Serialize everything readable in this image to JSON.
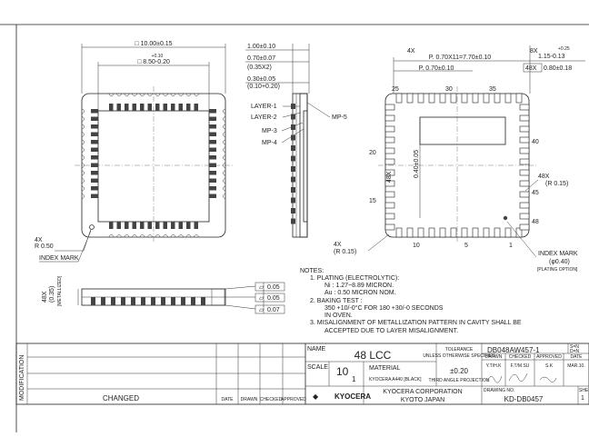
{
  "drawing": {
    "top_view": {
      "dim_outer": "□ 10.00±0.15",
      "dim_inner_tol_plus": "+0.10",
      "dim_inner": "□ 8.50-0.20",
      "corner_radius_count": "4X",
      "corner_radius": "R 0.50",
      "index_mark": "INDEX MARK"
    },
    "side_view": {
      "dims": [
        "1.00±0.10",
        "0.70±0.07",
        "(0.35X2)",
        "0.30±0.05",
        "(0.10+0.20)"
      ],
      "layers": [
        "LAYER-1",
        "LAYER-2",
        "MP-3",
        "MP-4",
        "MP-5"
      ]
    },
    "bottom_view": {
      "pitch_total_count": "4X",
      "pitch_total": "P. 0.70X11=7.70±0.10",
      "pitch": "P. 0.70±0.10",
      "pad_width_count": "8X",
      "pad_width_tol": "+0.25",
      "pad_width": "1.15-0.13",
      "pad_len_count": "48X",
      "pad_len": "0.80±0.18",
      "pin_numbers_top": [
        "25",
        "30",
        "35"
      ],
      "pin_numbers_left": [
        "20",
        "15"
      ],
      "pin_numbers_right": [
        "40",
        "45",
        "48"
      ],
      "pin_numbers_bottom": [
        "10",
        "5",
        "1"
      ],
      "center_count": "48X",
      "center_dim": "0.40±0.05",
      "corner_count_right": "48X",
      "corner_r_right": "(R 0.15)",
      "corner_count_left": "4X",
      "corner_r_left": "(R 0.15)",
      "index_mark": "INDEX MARK",
      "index_dia": "(φ0.40)",
      "plating_option": "[PLATING OPTION]"
    },
    "profile_view": {
      "dim_count": "48X",
      "dim_value": "(0.35)",
      "dim_note": "[METALLIZED]",
      "flatness": [
        "0.05",
        "0.05",
        "0.07"
      ]
    },
    "notes": [
      "NOTES:",
      "1. PLATING (ELECTROLYTIC):",
      "Ni : 1.27~8.89 MICRON.",
      "Au : 0.50 MICRON NOM.",
      "2. BAKING TEST :",
      "350 +10/-0°C FOR 180 +30/-0 SECONDS",
      "IN OVEN.",
      "3. MISALIGNMENT OF METALLIZATION PATTERN IN CAVITY SHALL BE",
      "ACCEPTED DUE TO LAYER MISALIGNMENT."
    ]
  },
  "title_block": {
    "modification": "MODIFICATION",
    "changed": "CHANGED",
    "date": "DATE",
    "drawn": "DRAWN",
    "checked": "CHECKED",
    "approved": "APPROVED",
    "name_label": "NAME",
    "name_value": "48 LCC",
    "scale_label": "SCALE",
    "scale_num": "10",
    "scale_den": "1",
    "material_label": "MATERIAL",
    "material_value": "KYOCERA A440 [BLACK]",
    "tolerance_label": "TOLERANCE",
    "tolerance_sub": "UNLESS OTHERWISE SPECIFIED",
    "tolerance_value": "±0.20",
    "projection": "THIRD ANGLE PROJECTION",
    "brand": "KYOCERA",
    "corp": "KYOCERA CORPORATION",
    "city": "KYOTO JAPAN",
    "part_no": "DB048AW457-1",
    "sn_top": "S=N",
    "sn_bottom": "D=N",
    "col_drawn": "DRAWN",
    "col_checked": "CHECKED",
    "col_approved": "APPROVED",
    "col_date": "DATE",
    "drawn_by": "Y.T/H.K",
    "checked_by": "F.T/M.SU",
    "approved_by": "S.K",
    "date_value": "MAR.10.",
    "drawing_no_label": "DRAWING NO.",
    "drawing_no": "KD-DB0457",
    "sheet_label": "SHE",
    "sheet_value": "1"
  }
}
